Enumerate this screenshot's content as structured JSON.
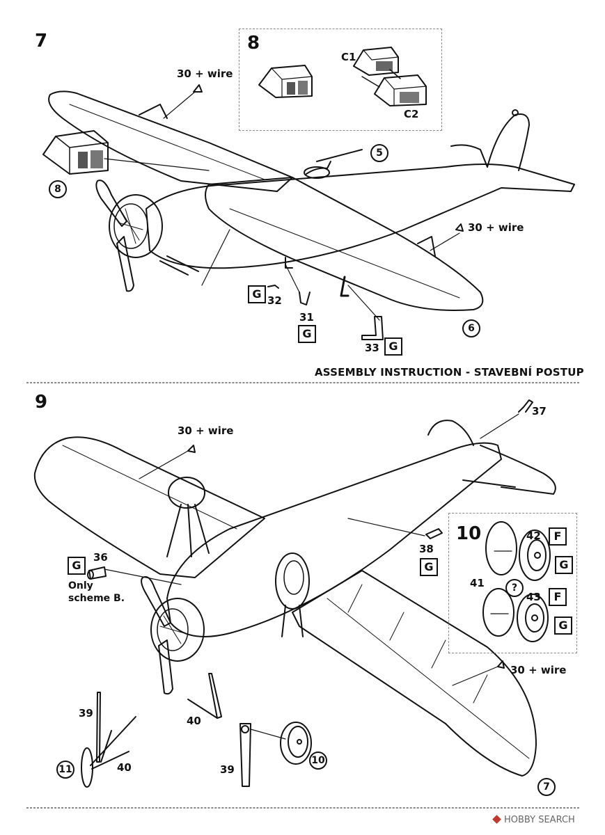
{
  "heading": "ASSEMBLY INSTRUCTION - STAVEBNÍ POSTUP",
  "watermark": "HOBBY SEARCH",
  "steps": {
    "s7": "7",
    "s8": "8",
    "s9": "9",
    "s10": "10"
  },
  "labels": {
    "wire_top": "30 + wire",
    "wire_right": "30 + wire",
    "wire_s9_left": "30 + wire",
    "wire_s9_right": "30 + wire",
    "c1": "C1",
    "c2": "C2",
    "p32": "32",
    "p31": "31",
    "p33": "33",
    "p37": "37",
    "p38": "38",
    "p36": "36",
    "only_line1": "Only",
    "only_line2": "scheme B.",
    "p41": "41",
    "p42": "42",
    "p43": "43",
    "p39a": "39",
    "p40a": "40",
    "p40b": "40",
    "p39b": "39",
    "question": "?"
  },
  "sprue": {
    "g": "G",
    "f": "F"
  },
  "refs": {
    "r8": "8",
    "r5": "5",
    "r6": "6",
    "r11": "11",
    "r10": "10",
    "r7": "7"
  }
}
